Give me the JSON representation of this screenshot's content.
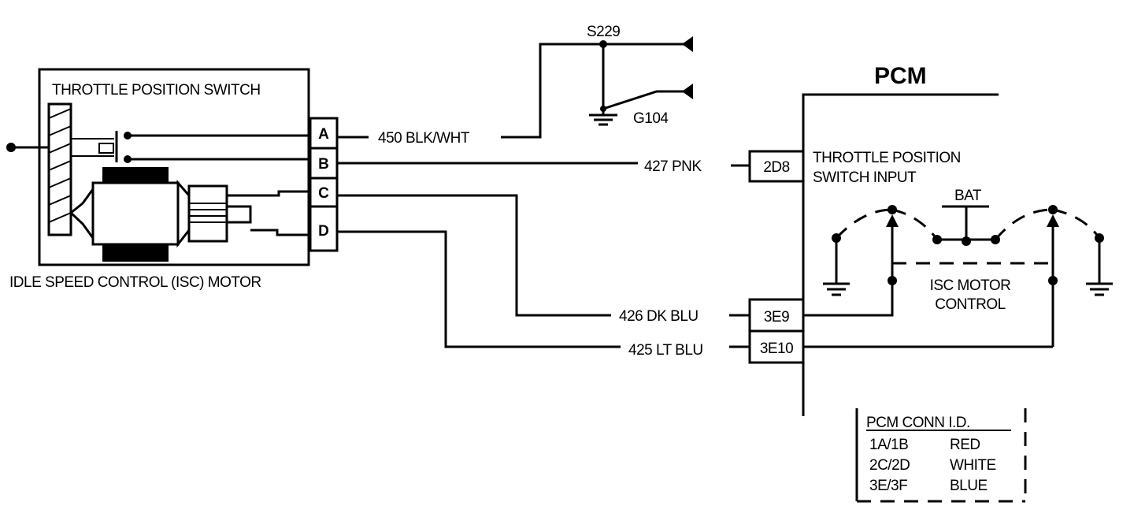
{
  "component": {
    "title": "THROTTLE POSITION SWITCH",
    "caption": "IDLE SPEED CONTROL (ISC) MOTOR",
    "pins": [
      "A",
      "B",
      "C",
      "D"
    ]
  },
  "splice": "S229",
  "ground": "G104",
  "wires": {
    "a": "450 BLK/WHT",
    "b": "427 PNK",
    "c": "426 DK BLU",
    "d": "425 LT BLU"
  },
  "pcm": {
    "title": "PCM",
    "pins": {
      "tps": "2D8",
      "isc1": "3E9",
      "isc2": "3E10"
    },
    "tps_label": [
      "THROTTLE POSITION",
      "SWITCH INPUT"
    ],
    "bat": "BAT",
    "isc_label": [
      "ISC MOTOR",
      "CONTROL"
    ]
  },
  "legend": {
    "title": "PCM CONN I.D.",
    "rows": [
      {
        "conn": "1A/1B",
        "color": "RED"
      },
      {
        "conn": "2C/2D",
        "color": "WHITE"
      },
      {
        "conn": "3E/3F",
        "color": "BLUE"
      }
    ]
  }
}
